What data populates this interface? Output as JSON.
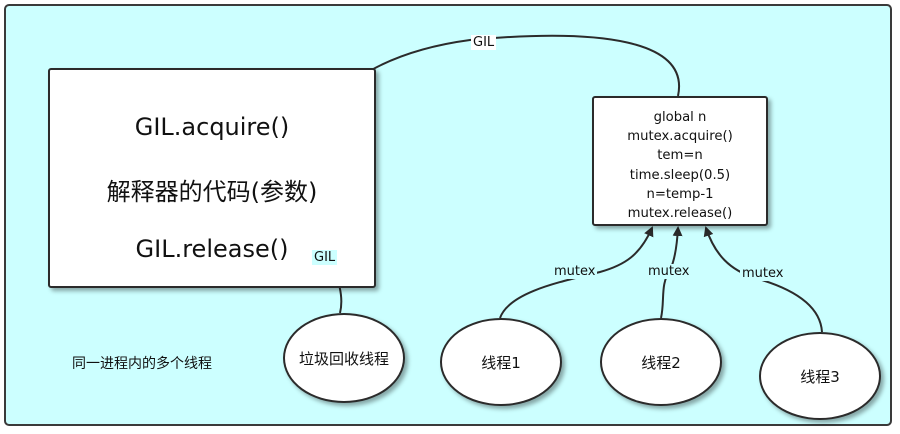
{
  "interpreter": {
    "acquire": "GIL.acquire()",
    "code": "解释器的代码(参数)",
    "release": "GIL.release()"
  },
  "code_block": {
    "lines": [
      "global n",
      "mutex.acquire()",
      "tem=n",
      "time.sleep(0.5)",
      "n=temp-1",
      "mutex.release()"
    ]
  },
  "nodes": {
    "gc": "垃圾回收线程",
    "thread1": "线程1",
    "thread2": "线程2",
    "thread3": "线程3"
  },
  "caption": "同一进程内的多个线程",
  "edges": {
    "gil_top": "GIL",
    "gil_gc": "GIL",
    "mutex1": "mutex",
    "mutex2": "mutex",
    "mutex3": "mutex"
  }
}
